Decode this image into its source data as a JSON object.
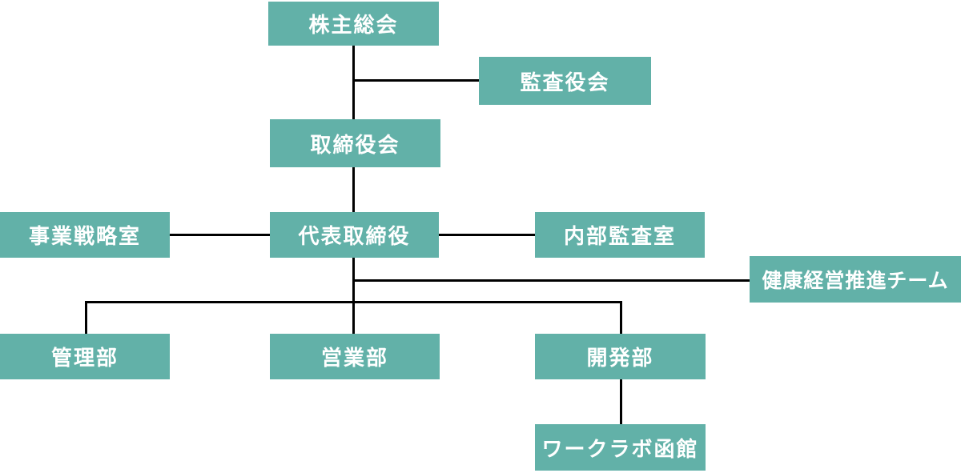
{
  "diagram": {
    "type": "org-chart",
    "colors": {
      "box_fill": "#62B1A8",
      "box_text": "#FFFFFF",
      "connector": "#000000",
      "background": "#FFFFFF"
    },
    "nodes": {
      "shareholders_meeting": {
        "label": "株主総会"
      },
      "audit_board": {
        "label": "監査役会"
      },
      "board_of_directors": {
        "label": "取締役会"
      },
      "business_strategy_office": {
        "label": "事業戦略室"
      },
      "representative_director": {
        "label": "代表取締役"
      },
      "internal_audit_office": {
        "label": "内部監査室"
      },
      "health_management_team": {
        "label": "健康経営推進チーム"
      },
      "admin_dept": {
        "label": "管理部"
      },
      "sales_dept": {
        "label": "営業部"
      },
      "development_dept": {
        "label": "開発部"
      },
      "worklab_hakodate": {
        "label": "ワークラボ函館"
      }
    },
    "edges": [
      {
        "from": "株主総会",
        "to": "取締役会"
      },
      {
        "from": "株主総会",
        "to": "監査役会"
      },
      {
        "from": "取締役会",
        "to": "代表取締役"
      },
      {
        "from": "代表取締役",
        "to": "事業戦略室"
      },
      {
        "from": "代表取締役",
        "to": "内部監査室"
      },
      {
        "from": "代表取締役",
        "to": "健康経営推進チーム"
      },
      {
        "from": "代表取締役",
        "to": "管理部"
      },
      {
        "from": "代表取締役",
        "to": "営業部"
      },
      {
        "from": "代表取締役",
        "to": "開発部"
      },
      {
        "from": "開発部",
        "to": "ワークラボ函館"
      }
    ]
  }
}
